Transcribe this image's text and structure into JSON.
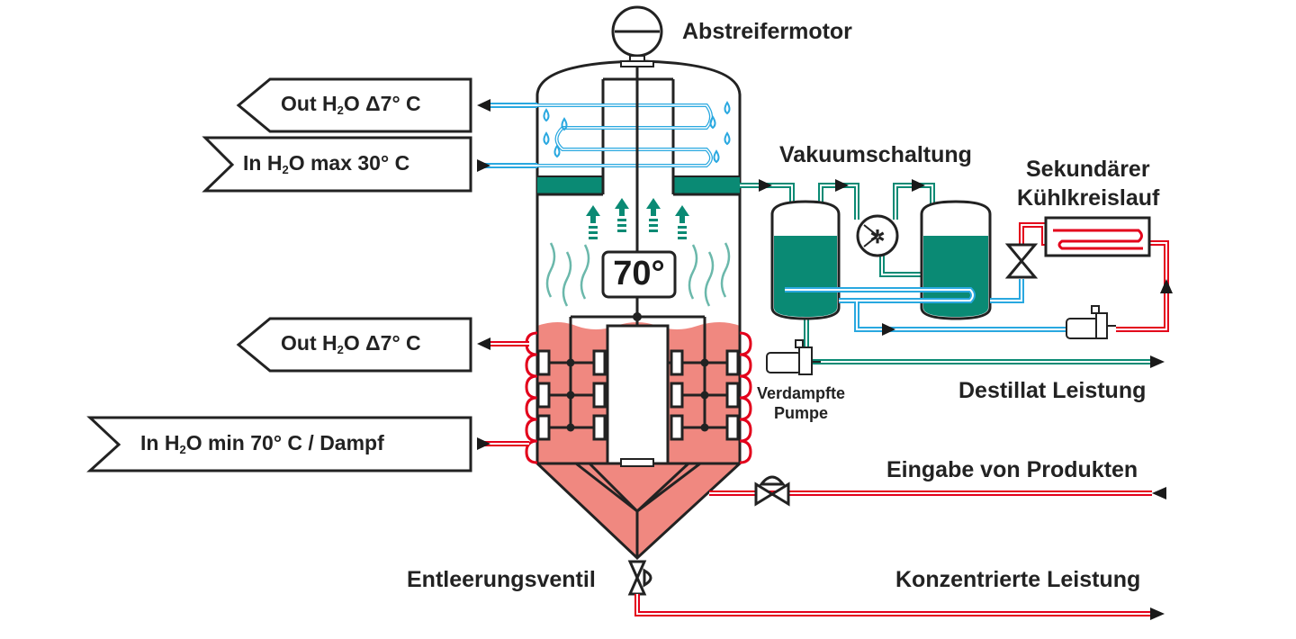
{
  "labels": {
    "scraper_motor": "Abstreifermotor",
    "vacuum_switch": "Vakuumschaltung",
    "secondary_cooling_line1": "Sekundärer",
    "secondary_cooling_line2": "Kühlkreislauf",
    "evaporator_pump_line1": "Verdampfte",
    "evaporator_pump_line2": "Pumpe",
    "distillate_output": "Destillat Leistung",
    "product_input": "Eingabe von Produkten",
    "drain_valve": "Entleerungsventil",
    "concentrate_output": "Konzentrierte Leistung",
    "temperature": "70°"
  },
  "badges": [
    {
      "prefix": "Out H",
      "sub": "2",
      "suffix": "O Δ7° C"
    },
    {
      "prefix": "In H",
      "sub": "2",
      "suffix": "O max 30° C"
    },
    {
      "prefix": "Out H",
      "sub": "2",
      "suffix": "O Δ7° C"
    },
    {
      "prefix": "In H",
      "sub": "2",
      "suffix": "O min 70° C / Dampf"
    }
  ],
  "colors": {
    "cold_water": "#29a8e0",
    "hot_water": "#e3001b",
    "distillate": "#0a8a74",
    "product": "#f08880",
    "outline": "#222222"
  }
}
